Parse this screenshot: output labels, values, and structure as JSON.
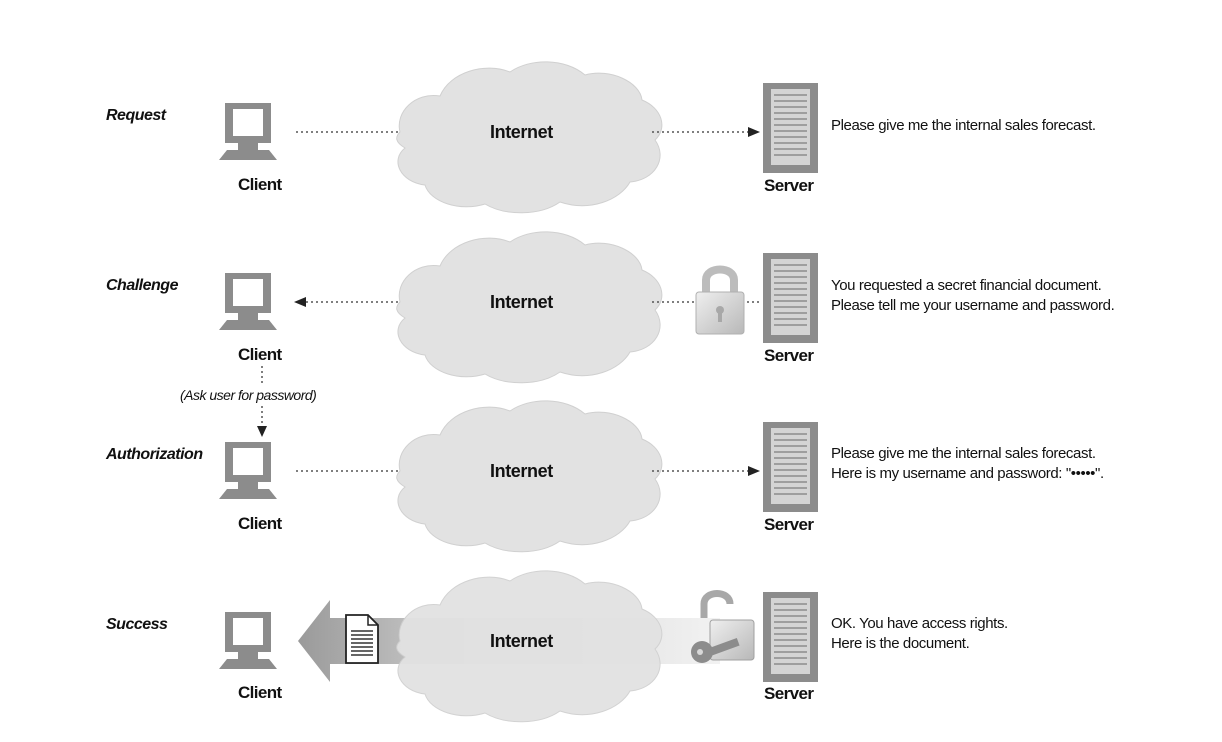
{
  "steps": [
    {
      "label": "Request",
      "client_label": "Client",
      "internet_label": "Internet",
      "server_label": "Server",
      "message": [
        "Please give me the internal sales forecast."
      ]
    },
    {
      "label": "Challenge",
      "client_label": "Client",
      "internet_label": "Internet",
      "server_label": "Server",
      "message": [
        "You requested a secret financial document.",
        "Please tell me your username and password."
      ]
    },
    {
      "label": "Authorization",
      "client_label": "Client",
      "internet_label": "Internet",
      "server_label": "Server",
      "message": [
        "Please give me the internal sales forecast.",
        "Here is my username and password: \"•••••\"."
      ]
    },
    {
      "label": "Success",
      "client_label": "Client",
      "internet_label": "Internet",
      "server_label": "Server",
      "message": [
        "OK. You have access rights.",
        "Here is the document."
      ]
    }
  ],
  "password_prompt_note": "(Ask user for password)",
  "icons": {
    "client": "computer-monitor-icon",
    "server": "server-tower-icon",
    "cloud": "cloud-icon",
    "locked": "padlock-closed-icon",
    "unlocked": "padlock-open-icon",
    "key": "key-icon",
    "document": "document-icon",
    "big_arrow": "large-left-arrow-icon"
  },
  "colors": {
    "icon_fill": "#8c8c8c",
    "icon_light": "#d4d4d4",
    "cloud_fill": "#e2e2e2",
    "line": "#555555",
    "text": "#111111"
  }
}
